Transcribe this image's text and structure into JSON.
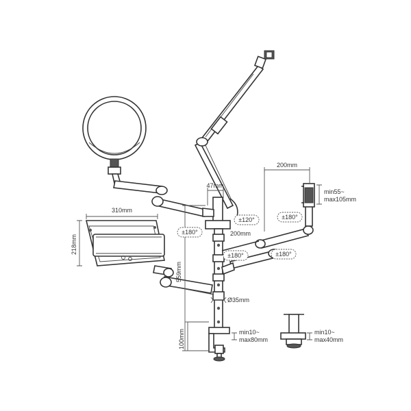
{
  "dimensions": {
    "laptop_width": "310mm",
    "laptop_depth": "218mm",
    "arm_offset_top": "47mm",
    "arm_reach_right": "200mm",
    "arm_reach_center": "200mm",
    "pole_height": "559mm",
    "pole_diameter": "Ø35mm",
    "clamp_height": "100mm",
    "clamp_range_line1": "min10~",
    "clamp_range_line2": "max80mm",
    "grommet_range_line1": "min10~",
    "grommet_range_line2": "max40mm",
    "phone_range_line1": "min55~",
    "phone_range_line2": "max105mm"
  },
  "rotations": {
    "boom": "±120°",
    "left_arm_top": "±180°",
    "phone_arm": "±180°",
    "laptop_arm": "±180°",
    "right_arm": "±180°"
  }
}
